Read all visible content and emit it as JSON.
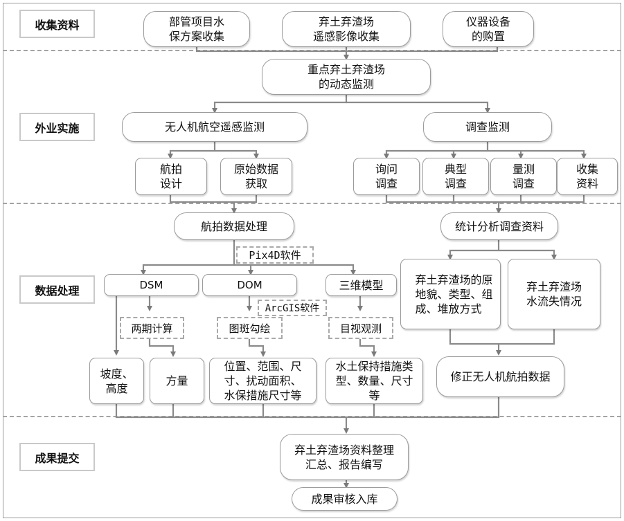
{
  "stages": {
    "collect": "收集资料",
    "field": "外业实施",
    "process": "数据处理",
    "result": "成果提交"
  },
  "collect": {
    "plans": "部管项目水\n保方案收集",
    "rs": "弃土弃渣场\n遥感影像收集",
    "instruments": "仪器设备\n的购置"
  },
  "field": {
    "dynamic": "重点弃土弃渣场\n的动态监测",
    "uav": "无人机航空遥感监测",
    "survey": "调查监测",
    "flight_design": "航拍\n设计",
    "raw_data": "原始数据\n获取",
    "inquiry": "询问\n调查",
    "typical": "典型\n调查",
    "measure": "量测\n调查",
    "gather": "收集\n资料"
  },
  "process": {
    "aerial": "航拍数据处理",
    "stats": "统计分析调查资料",
    "pix4d": "Pix4D软件",
    "dsm": "DSM",
    "dom": "DOM",
    "model3d": "三维模型",
    "arcgis": "ArcGIS软件",
    "two_period": "两期计算",
    "patch": "图斑勾绘",
    "visual": "目视观测",
    "slope": "坡度、\n高度",
    "volume": "方量",
    "position": "位置、范围、尺\n寸、扰动面积、\n水保措施尺寸等",
    "measures": "水土保持措施类\n型、数量、尺寸\n等",
    "landform": "弃土弃渣场的原\n地貌、类型、组\n成、堆放方式",
    "soil_loss": "弃土弃渣场\n水流失情况",
    "correct": "修正无人机航拍数据"
  },
  "result": {
    "compile": "弃土弃渣场资料整理\n汇总、报告编写",
    "archive": "成果审核入库"
  }
}
